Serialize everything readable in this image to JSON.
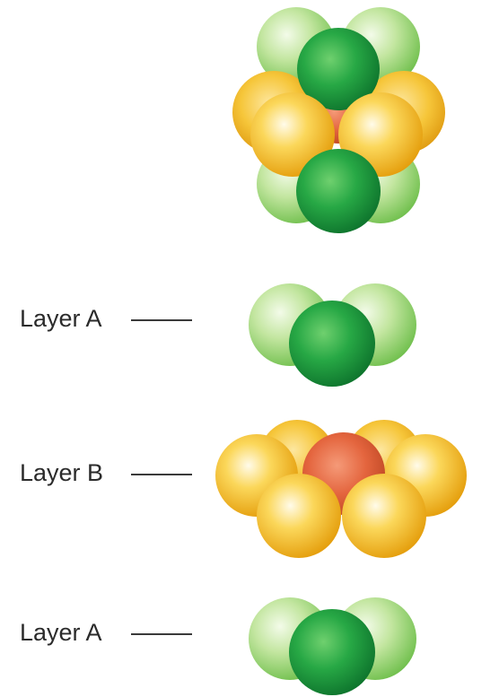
{
  "diagram": {
    "layers": [
      {
        "label": "Layer A",
        "atom": "green"
      },
      {
        "label": "Layer B",
        "atom": "yellow-orange",
        "center_atom": "red"
      },
      {
        "label": "Layer A",
        "atom": "green"
      }
    ],
    "colors": {
      "green_light": "#b7e08f",
      "green_dark": "#1e9a3a",
      "yellow": "#f7c21e",
      "red": "#e2653a"
    }
  }
}
